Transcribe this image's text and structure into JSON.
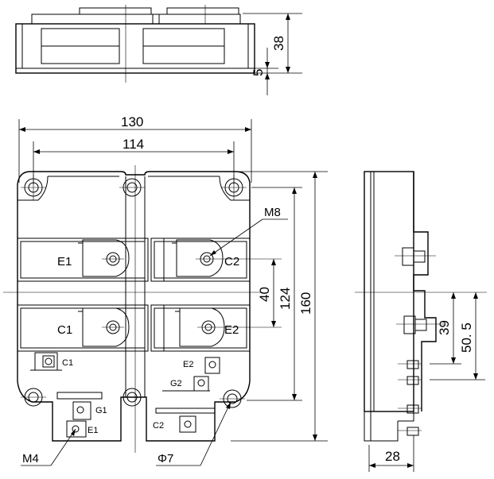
{
  "dimensions": {
    "top_height": "38",
    "top_base": "5",
    "width_overall": "130",
    "width_holes": "114",
    "height_overall": "160",
    "height_holes": "124",
    "terminal_pitch": "40",
    "side_a": "39",
    "side_b": "50. 5",
    "side_depth": "28"
  },
  "callouts": {
    "thread_main": "M8",
    "thread_aux": "M4",
    "hole_dia": "Φ7"
  },
  "terminals": {
    "e1": "E1",
    "c1": "C1",
    "c2": "C2",
    "e2": "E2",
    "aux_c1": "C1",
    "aux_e2": "E2",
    "aux_g2": "G2",
    "aux_g1": "G1",
    "aux_e1": "E1",
    "aux_c2": "C2"
  }
}
